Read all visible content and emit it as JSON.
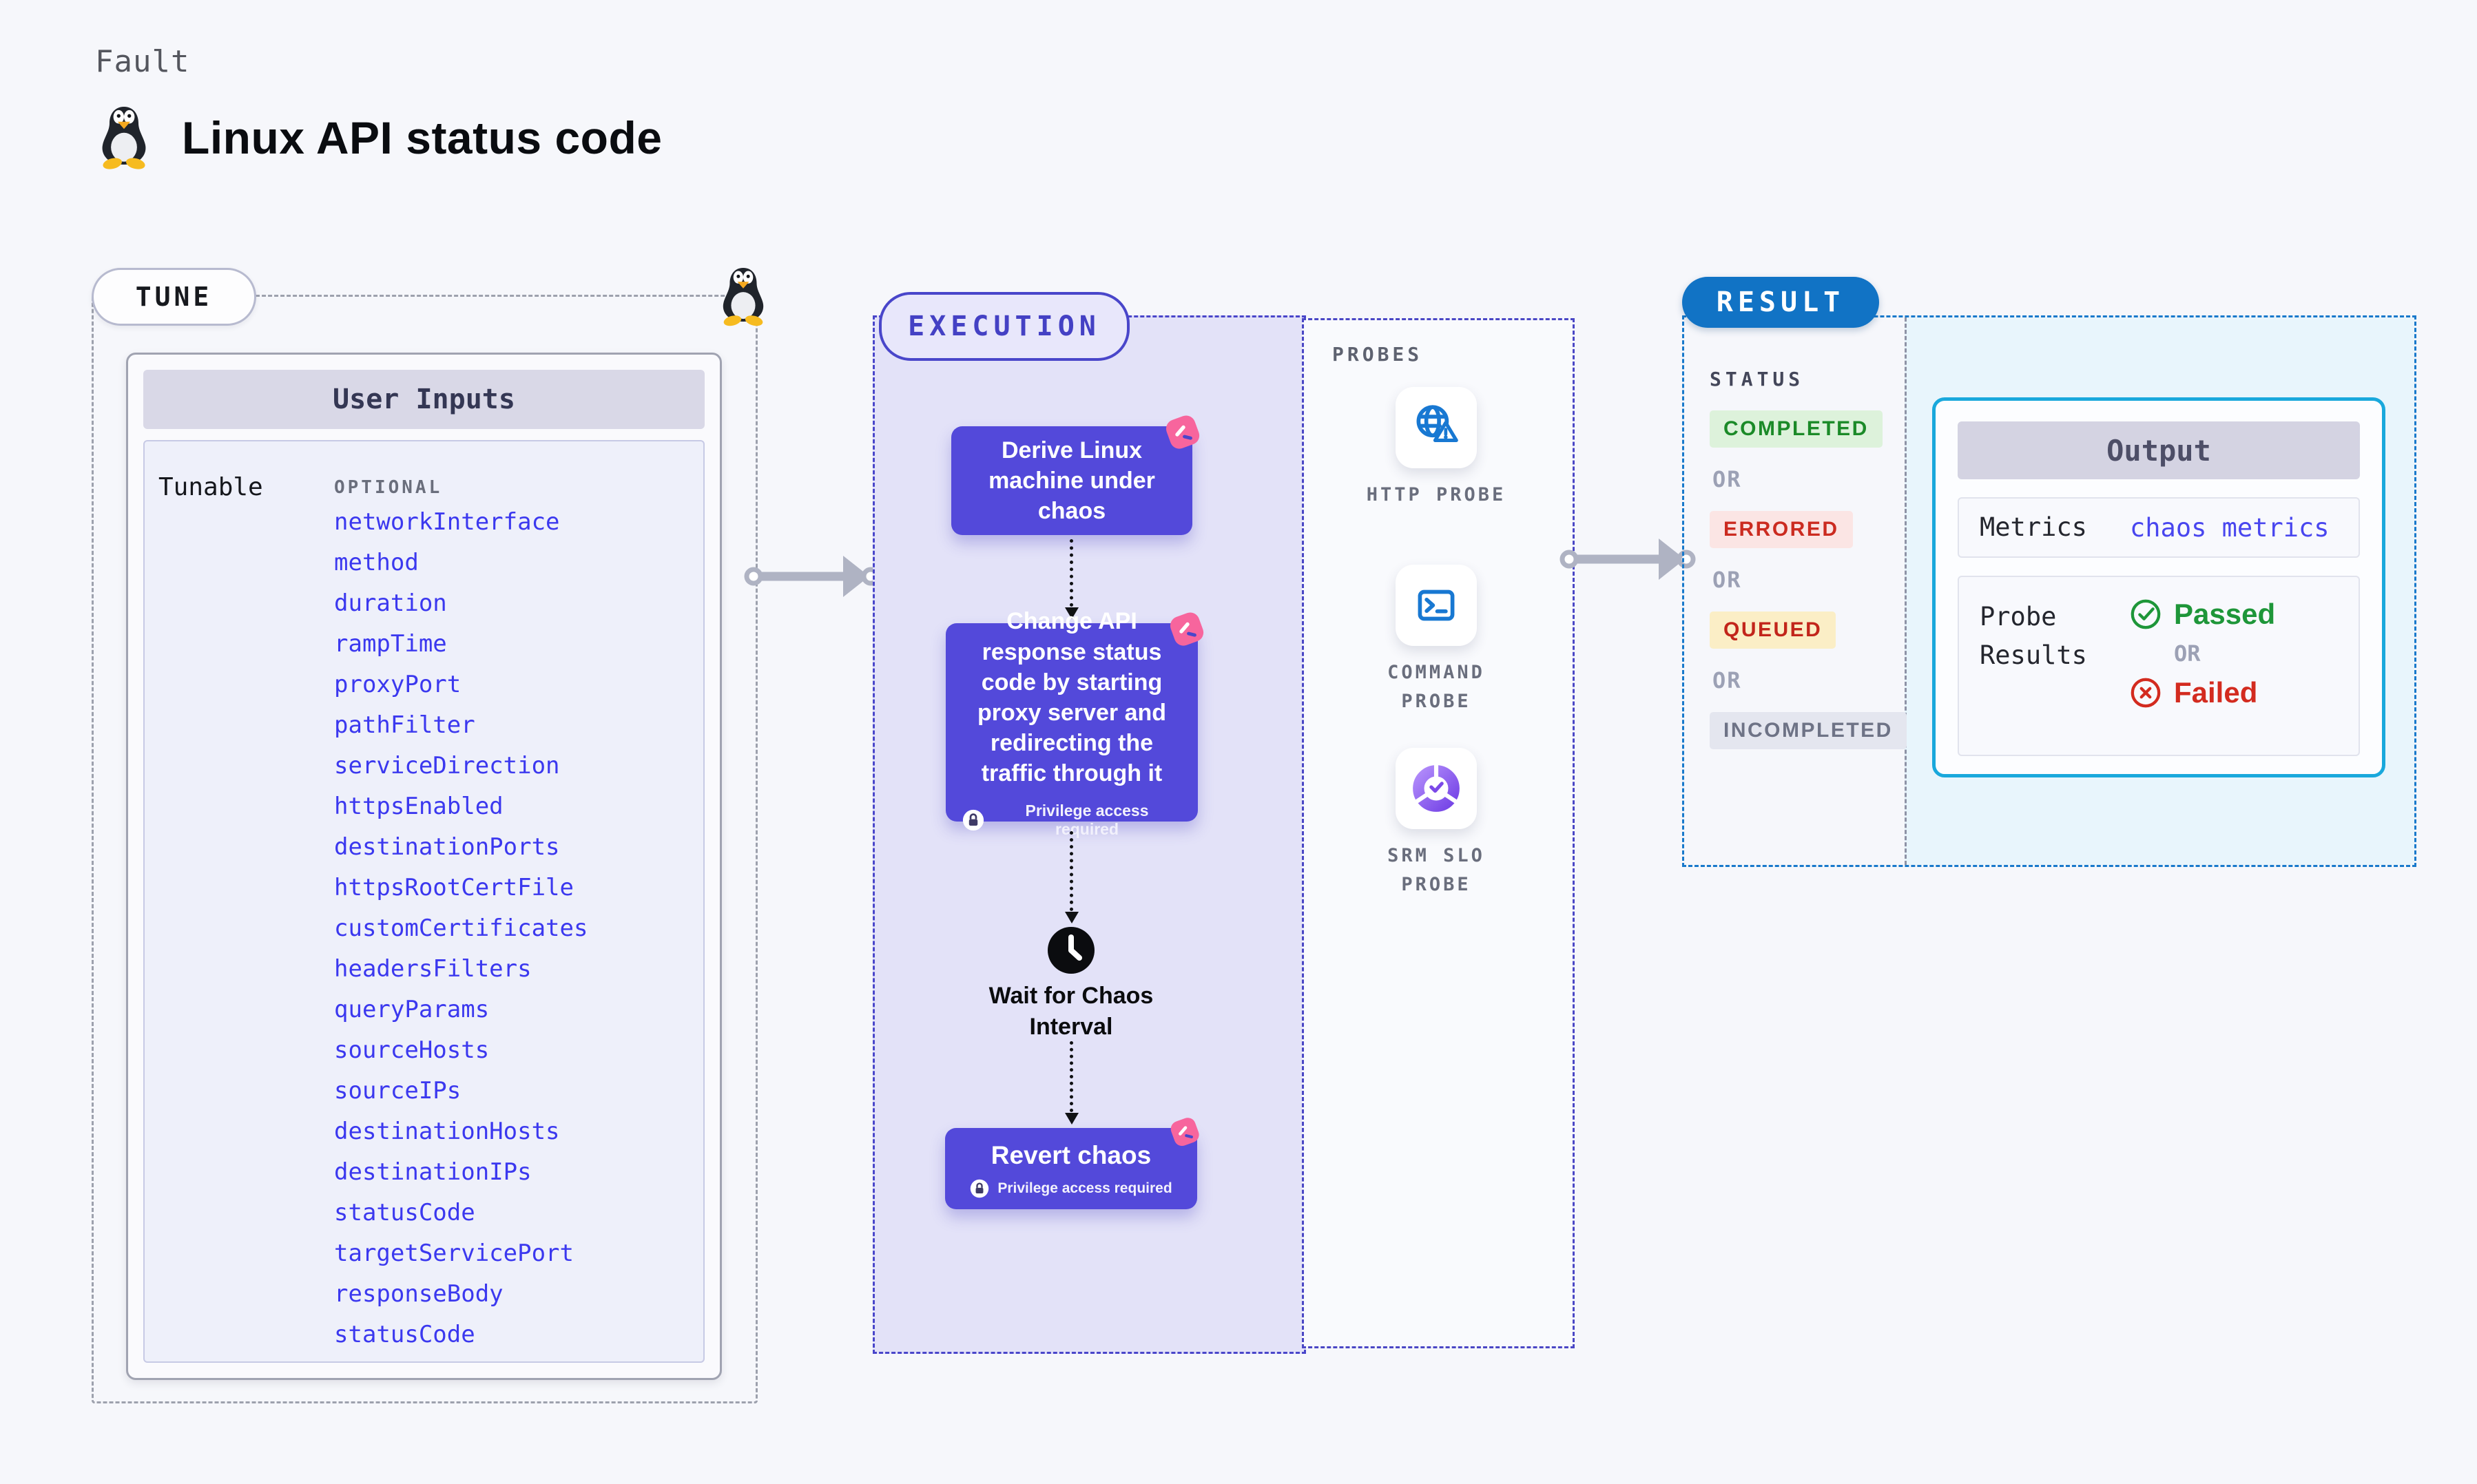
{
  "page": {
    "eyebrow": "Fault",
    "title": "Linux API status code"
  },
  "tune": {
    "label": "TUNE",
    "card_title": "User Inputs",
    "col_left": "Tunable",
    "col_right": "OPTIONAL",
    "tunables": [
      "networkInterface",
      "method",
      "duration",
      "rampTime",
      "proxyPort",
      "pathFilter",
      "serviceDirection",
      "httpsEnabled",
      "destinationPorts",
      "httpsRootCertFile",
      "customCertificates",
      "headersFilters",
      "queryParams",
      "sourceHosts",
      "sourceIPs",
      "destinationHosts",
      "destinationIPs",
      "statusCode",
      "targetServicePort",
      "responseBody",
      "statusCode"
    ]
  },
  "execution": {
    "label": "EXECUTION",
    "step1": "Derive Linux machine under chaos",
    "step2": "Change API response status code by starting proxy server and redirecting the traffic through it",
    "wait": "Wait for Chaos Interval",
    "revert": "Revert chaos",
    "privilege_note": "Privilege access required"
  },
  "probes": {
    "label": "PROBES",
    "items": [
      {
        "label": "HTTP PROBE",
        "icon": "globe-alert-icon"
      },
      {
        "label": "COMMAND PROBE",
        "icon": "terminal-icon"
      },
      {
        "label": "SRM SLO PROBE",
        "icon": "slo-donut-icon"
      }
    ]
  },
  "result": {
    "label": "RESULT",
    "status_heading": "STATUS",
    "or_label": "OR",
    "statuses": [
      {
        "label": "COMPLETED",
        "bg": "#DDF2DB",
        "color": "#1B8A28"
      },
      {
        "label": "ERRORED",
        "bg": "#FBE5E4",
        "color": "#CB2B20"
      },
      {
        "label": "QUEUED",
        "bg": "#FBEEC6",
        "color": "#C2251B"
      },
      {
        "label": "INCOMPLETED",
        "bg": "#E4E6EF",
        "color": "#6E7386"
      }
    ],
    "output": {
      "title": "Output",
      "metrics_label": "Metrics",
      "metrics_value": "chaos metrics",
      "probe_results_label": "Probe Results",
      "passed_label": "Passed",
      "or_label": "OR",
      "failed_label": "Failed"
    }
  },
  "colors": {
    "accent_indigo": "#4946CA",
    "node_indigo": "#5349DA",
    "tunable_link_indigo": "#3B38EF",
    "litmus_pink": "#F7659D",
    "result_blue": "#1173C5",
    "output_border_cyan": "#19A8DC",
    "passed_green": "#1E9639",
    "failed_red": "#D32B1F",
    "probe_icon_blue": "#1878D2"
  }
}
